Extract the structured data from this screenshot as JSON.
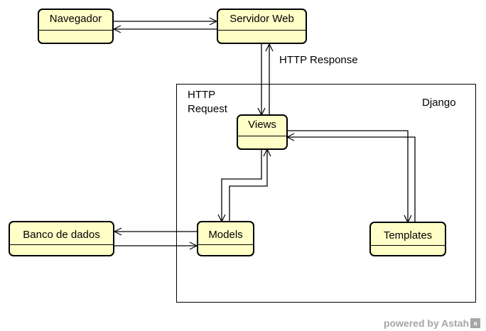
{
  "nodes": {
    "navegador": "Navegador",
    "servidor_web": "Servidor Web",
    "views": "Views",
    "models": "Models",
    "templates": "Templates",
    "banco_de_dados": "Banco de dados"
  },
  "labels": {
    "http_response": "HTTP Response",
    "http_request_1": "HTTP",
    "http_request_2": "Request",
    "django": "Django"
  },
  "watermark": {
    "text": "powered by Astah",
    "logo": "a"
  },
  "colors": {
    "node_fill": "#ffffc7",
    "stroke": "#000000",
    "watermark": "#a6a6a6"
  }
}
